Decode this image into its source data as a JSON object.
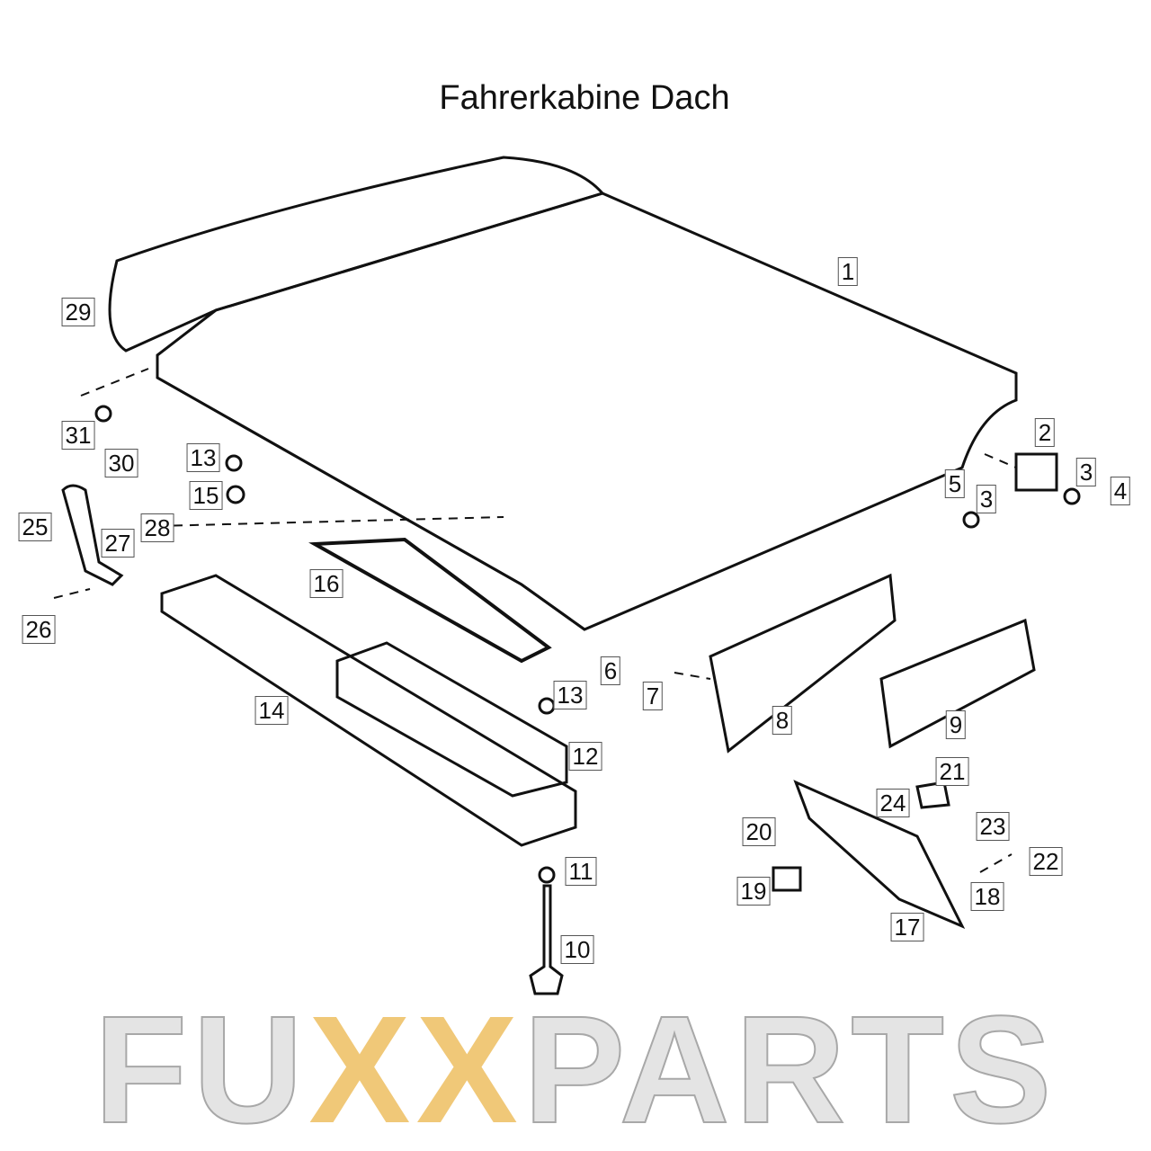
{
  "title": "Fahrerkabine Dach",
  "watermark": {
    "prefix": "FU",
    "highlight": "XX",
    "suffix": "PARTS",
    "highlight_color": "#f0c878"
  },
  "part_labels": [
    "1",
    "2",
    "3",
    "4",
    "5",
    "3",
    "6",
    "7",
    "8",
    "9",
    "10",
    "11",
    "12",
    "13",
    "13",
    "14",
    "15",
    "16",
    "17",
    "18",
    "19",
    "20",
    "21",
    "22",
    "23",
    "24",
    "25",
    "26",
    "27",
    "28",
    "29",
    "30",
    "31"
  ]
}
